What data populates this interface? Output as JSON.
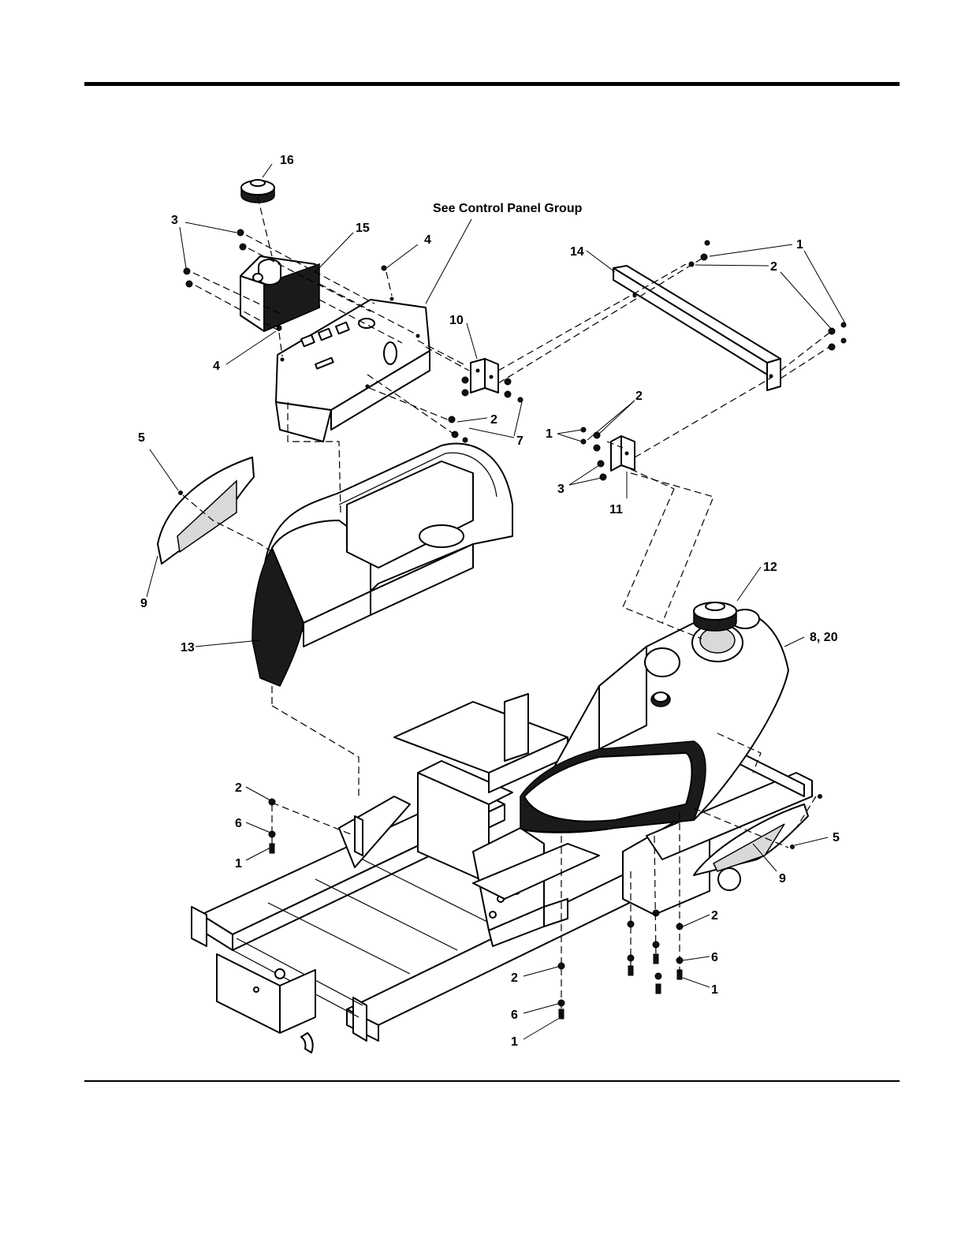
{
  "callouts": {
    "c16": "16",
    "see_group": "See Control Panel Group",
    "c3a": "3",
    "c15": "15",
    "c4a": "4",
    "c14": "14",
    "c1a": "1",
    "c2a": "2",
    "c10": "10",
    "c4b": "4",
    "c2b": "2",
    "c7": "7",
    "c2c": "2",
    "c1b": "1",
    "c5a": "5",
    "c3b": "3",
    "c11": "11",
    "c9a": "9",
    "c12": "12",
    "c13": "13",
    "c8_20": "8, 20",
    "c2d": "2",
    "c6a": "6",
    "c1c": "1",
    "c5b": "5",
    "c9b": "9",
    "c2e": "2",
    "c6b": "6",
    "c1d": "1",
    "c2f": "2",
    "c6c": "6",
    "c1e": "1"
  }
}
